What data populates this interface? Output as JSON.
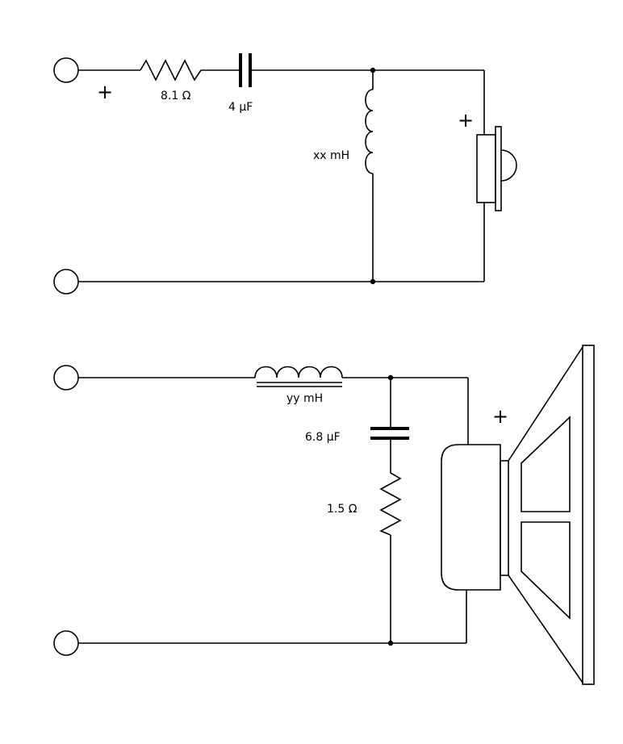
{
  "tweeter_circuit": {
    "series_resistor": "8.1 Ω",
    "series_capacitor": "4 μF",
    "shunt_inductor": "xx mH",
    "input_polarity": "+",
    "driver_polarity": "+"
  },
  "woofer_circuit": {
    "series_inductor": "yy mH",
    "zobel_capacitor": "6.8 μF",
    "zobel_resistor": "1.5 Ω",
    "driver_polarity": "+"
  }
}
